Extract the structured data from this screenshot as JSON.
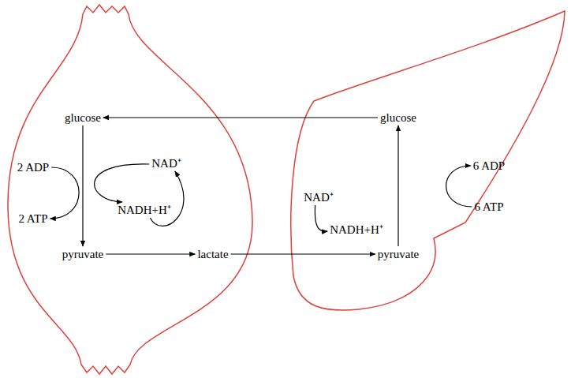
{
  "diagram": {
    "nodes": [
      {
        "text": [
          "glucose"
        ]
      },
      {
        "text": [
          "glucose"
        ]
      },
      {
        "text": [
          "2 ADP"
        ]
      },
      {
        "text": [
          "NAD⁺"
        ]
      },
      {
        "text": [
          "6 ADP"
        ]
      },
      {
        "text": [
          "NAD⁺"
        ]
      },
      {
        "text": [
          "6 ATP"
        ]
      },
      {
        "text": [
          "NADH+H⁺"
        ]
      },
      {
        "text": [
          "2 ATP"
        ]
      },
      {
        "text": [
          "NADH+H⁺"
        ]
      },
      {
        "text": [
          "pyruvate"
        ]
      },
      {
        "text": [
          "lactate"
        ]
      },
      {
        "text": [
          "pyruvate"
        ]
      }
    ],
    "edges": [
      {
        "from": 0,
        "to": 10,
        "arrow": "to"
      },
      {
        "from": 10,
        "to": 11,
        "arrow": "to"
      },
      {
        "from": 11,
        "to": 12,
        "arrow": "to"
      },
      {
        "from": 12,
        "to": 1,
        "arrow": "to"
      },
      {
        "from": 1,
        "to": 0,
        "arrow": "to"
      },
      {
        "from": 2,
        "to": 8,
        "arrow": "to"
      },
      {
        "from": 3,
        "to": 7,
        "arrow": "to"
      },
      {
        "from": 7,
        "to": 3,
        "arrow": "to"
      },
      {
        "from": 5,
        "to": 9,
        "arrow": "to"
      },
      {
        "from": 6,
        "to": 4,
        "arrow": "to"
      }
    ]
  }
}
